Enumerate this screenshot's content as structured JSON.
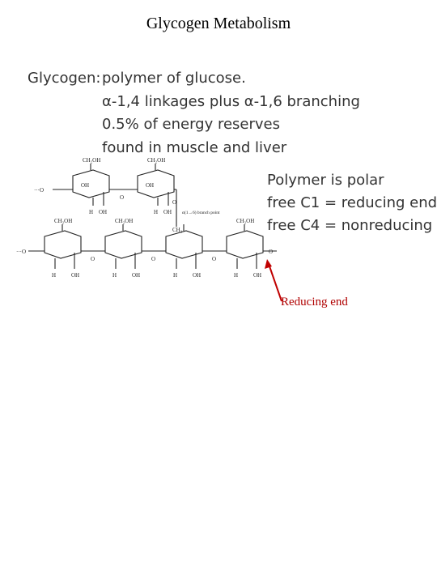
{
  "title": "Glycogen Metabolism",
  "definition": {
    "label": "Glycogen:",
    "lines": [
      "polymer of glucose.",
      "α-1,4 linkages plus α-1,6 branching",
      "0.5% of energy reserves",
      "found in muscle and liver"
    ]
  },
  "properties": [
    "Polymer is polar",
    "free C1 = reducing end",
    "free C4 = nonreducing"
  ],
  "structure_labels": {
    "ch2oh": "CH₂OH",
    "ch2": "CH₂",
    "h": "H",
    "oh": "OH",
    "o": "O",
    "dots": "···O",
    "branch_point": "α(1→6) branch point"
  },
  "annotation": {
    "label": "Reducing end",
    "color": "#c00000"
  }
}
